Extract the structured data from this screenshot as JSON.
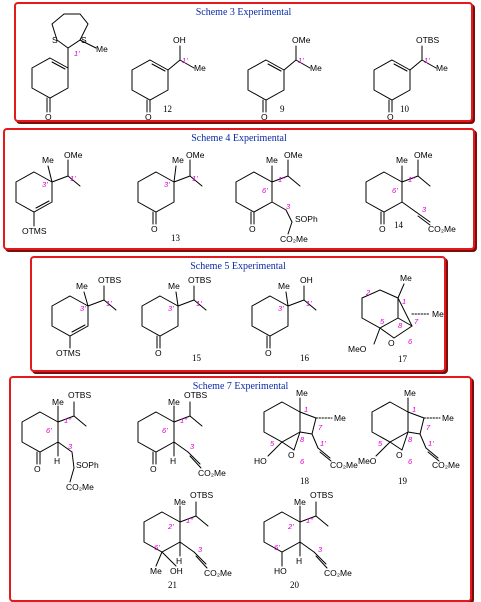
{
  "panels": [
    {
      "title": "Scheme 3 Experimental"
    },
    {
      "title": "Scheme 4 Experimental"
    },
    {
      "title": "Scheme 5 Experimental"
    },
    {
      "title": "Scheme 7 Experimental"
    }
  ],
  "labels": {
    "O": "O",
    "OH": "OH",
    "OMe": "OMe",
    "OTBS": "OTBS",
    "OTMS": "OTMS",
    "Me": "Me",
    "S": "S",
    "SOPh": "SOPh",
    "CO2Me": "CO₂Me",
    "HO": "HO",
    "MeO": "MeO",
    "H": "H"
  },
  "locants": {
    "l1p": "1'",
    "l1pp": "1''",
    "l2p": "2'",
    "l3": "3",
    "l3p": "3'",
    "l6p": "6'",
    "l1": "1",
    "l2": "2",
    "l5": "5",
    "l6": "6",
    "l7": "7",
    "l8": "8"
  },
  "compounds": {
    "c12": "12",
    "c9": "9",
    "c10": "10",
    "c13": "13",
    "c14": "14",
    "c15": "15",
    "c16": "16",
    "c17": "17",
    "c18": "18",
    "c19": "19",
    "c20": "20",
    "c21": "21"
  },
  "colors": {
    "border": "#e4191b",
    "title": "#0a2aa6",
    "locant": "#e000d6"
  }
}
